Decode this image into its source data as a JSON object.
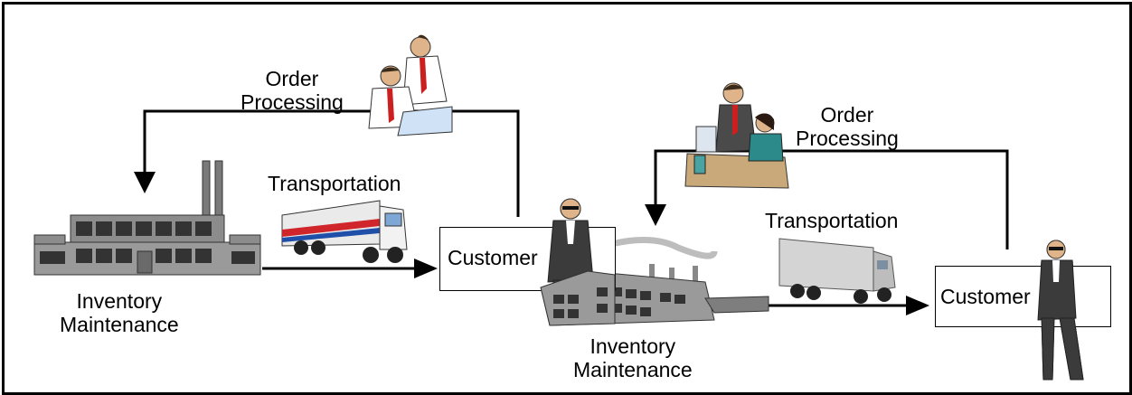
{
  "left_stage": {
    "order_processing": [
      "Order",
      "Processing"
    ],
    "transportation": "Transportation",
    "inventory": [
      "Inventory",
      "Maintenance"
    ],
    "customer": "Customer"
  },
  "right_stage": {
    "order_processing": [
      "Order",
      "Processing"
    ],
    "transportation": "Transportation",
    "inventory": [
      "Inventory",
      "Maintenance"
    ],
    "customer": "Customer"
  },
  "icons": {
    "factory_left": "factory-building-icon",
    "truck_left": "semi-truck-icon",
    "workers_left": "office-workers-icon",
    "businessman_center": "businessman-icon",
    "factory_center": "industrial-plant-icon",
    "workers_right": "office-meeting-icon",
    "truck_right": "box-truck-icon",
    "businessman_right": "businessman-icon"
  },
  "colors": {
    "line": "#000000",
    "building": "#8c8c8c",
    "truck_red": "#d0262b",
    "truck_blue": "#1f4fa8"
  }
}
